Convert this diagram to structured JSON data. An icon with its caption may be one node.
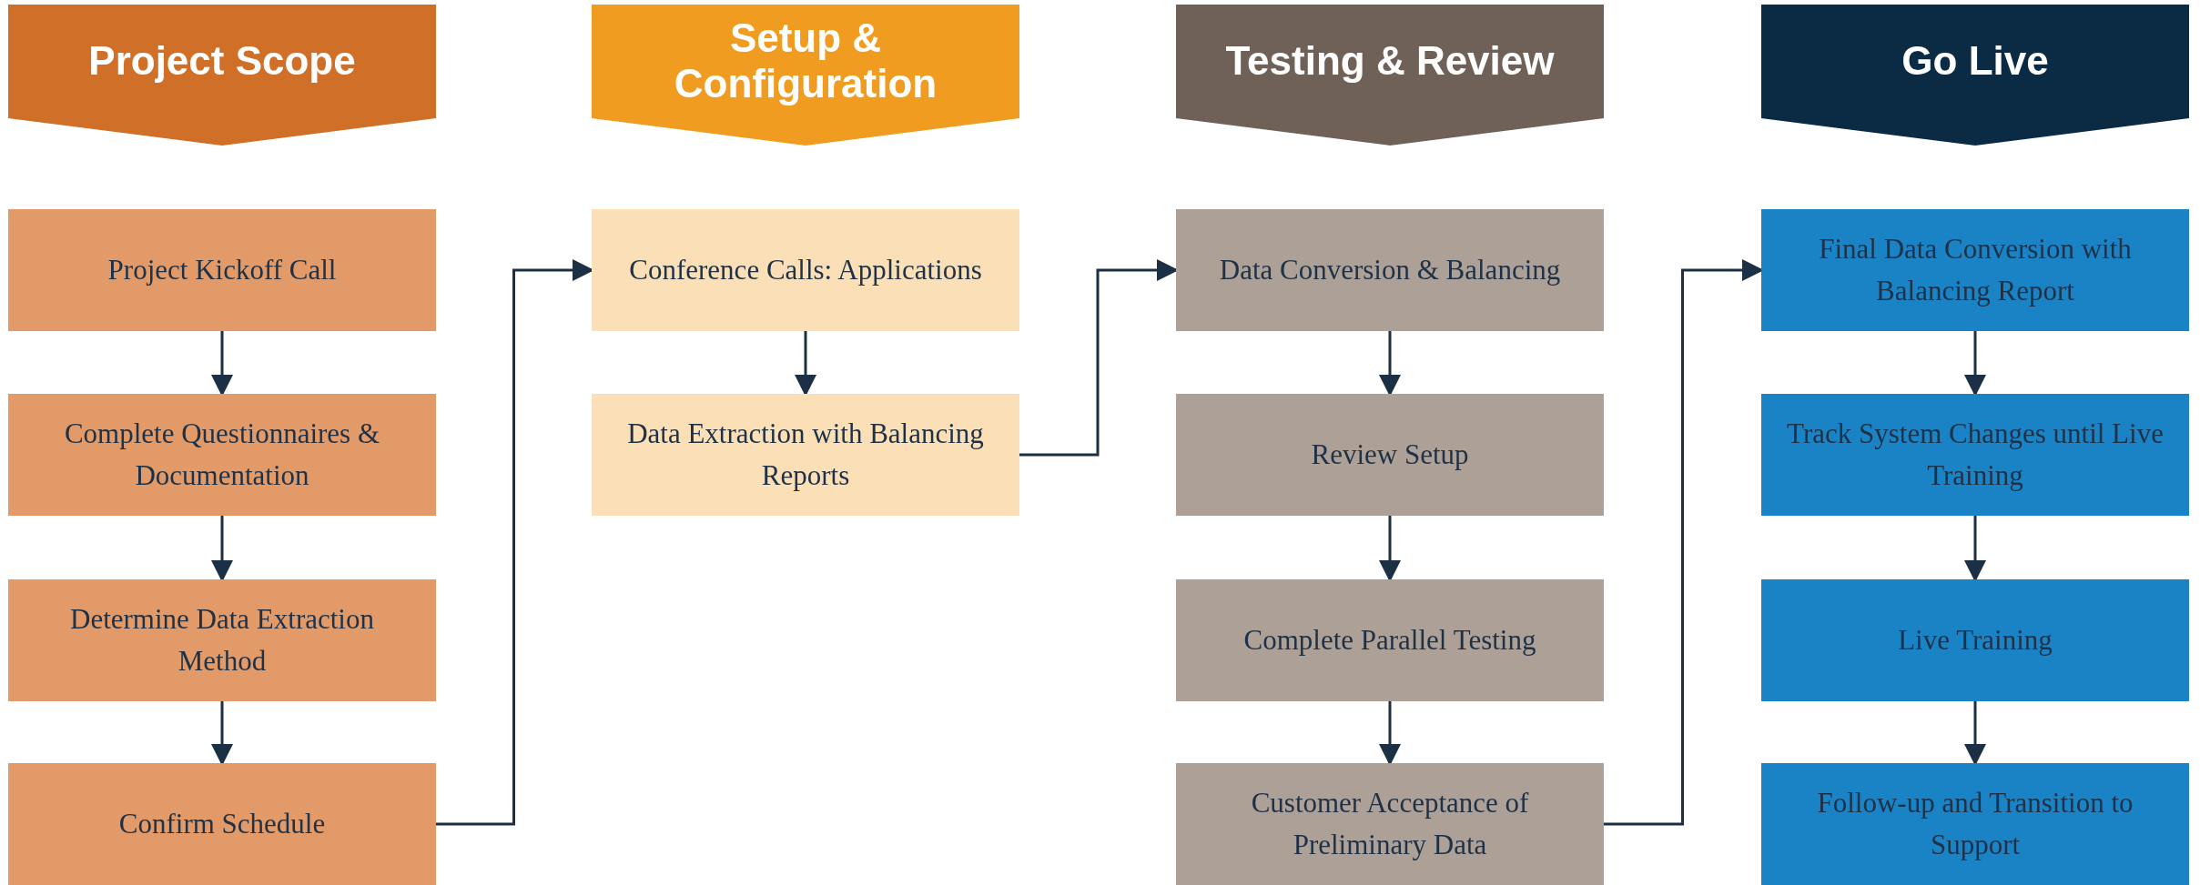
{
  "diagram": {
    "nodes": [
      {
        "text": [
          "Project Scope"
        ]
      },
      {
        "text": [
          "Project Kickoff Call"
        ]
      },
      {
        "text": [
          "Complete Questionnaires & Documentation"
        ]
      },
      {
        "text": [
          "Determine Data Extraction Method"
        ]
      },
      {
        "text": [
          "Confirm Schedule"
        ]
      },
      {
        "text": [
          "Setup & Configuration"
        ]
      },
      {
        "text": [
          "Conference Calls: Applications"
        ]
      },
      {
        "text": [
          "Data Extraction with Balancing Reports"
        ]
      },
      {
        "text": [
          "Testing & Review"
        ]
      },
      {
        "text": [
          "Data Conversion & Balancing"
        ]
      },
      {
        "text": [
          "Review Setup"
        ]
      },
      {
        "text": [
          "Complete Parallel Testing"
        ]
      },
      {
        "text": [
          "Customer Acceptance of Preliminary Data"
        ]
      },
      {
        "text": [
          "Go Live"
        ]
      },
      {
        "text": [
          "Final Data Conversion with Balancing Report"
        ]
      },
      {
        "text": [
          "Track System Changes until Live Training"
        ]
      },
      {
        "text": [
          "Live Training"
        ]
      },
      {
        "text": [
          "Follow-up and Transition to Support"
        ]
      }
    ],
    "edges": [
      {
        "from": 1,
        "to": 2,
        "arrow": "to"
      },
      {
        "from": 2,
        "to": 3,
        "arrow": "to"
      },
      {
        "from": 3,
        "to": 4,
        "arrow": "to"
      },
      {
        "from": 4,
        "to": 6,
        "arrow": "to"
      },
      {
        "from": 6,
        "to": 7,
        "arrow": "to"
      },
      {
        "from": 7,
        "to": 9,
        "arrow": "to"
      },
      {
        "from": 9,
        "to": 10,
        "arrow": "to"
      },
      {
        "from": 10,
        "to": 11,
        "arrow": "to"
      },
      {
        "from": 11,
        "to": 12,
        "arrow": "to"
      },
      {
        "from": 12,
        "to": 14,
        "arrow": "to"
      },
      {
        "from": 14,
        "to": 15,
        "arrow": "to"
      },
      {
        "from": 15,
        "to": 16,
        "arrow": "to"
      },
      {
        "from": 16,
        "to": 17,
        "arrow": "to"
      }
    ]
  }
}
